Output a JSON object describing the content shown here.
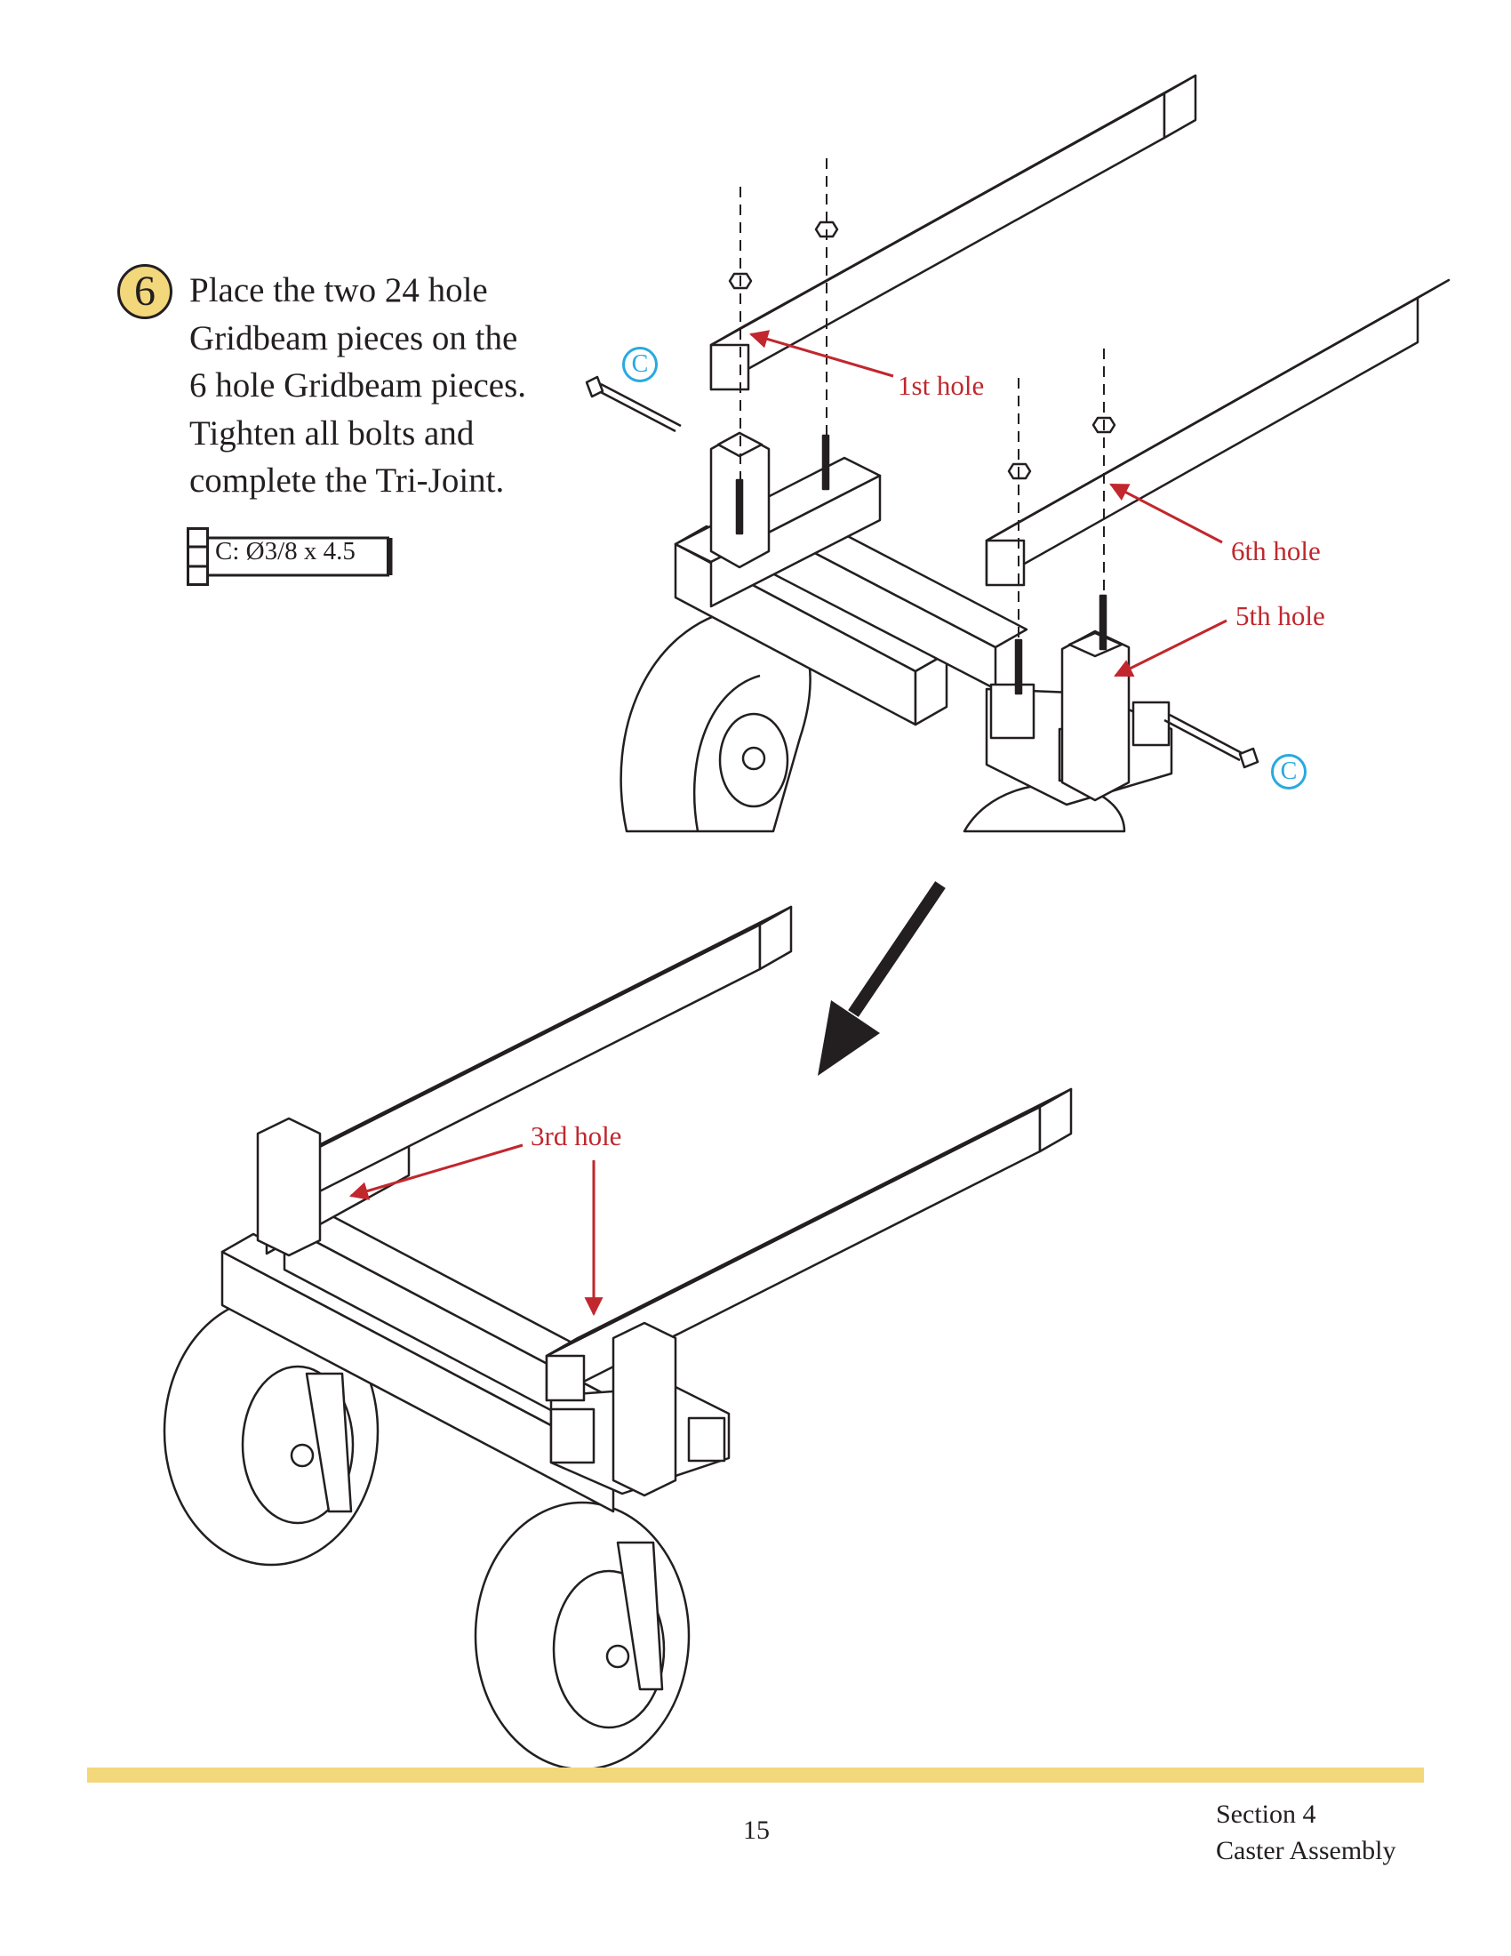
{
  "step": {
    "number": "6",
    "instruction_lines": [
      "Place the two 24 hole",
      "Gridbeam pieces on the",
      "6 hole Gridbeam pieces.",
      "Tighten all bolts and",
      "complete the Tri-Joint."
    ],
    "bolt_spec": "C: Ø3/8 x 4.5"
  },
  "callouts": {
    "first_hole": "1st hole",
    "sixth_hole": "6th hole",
    "fifth_hole": "5th hole",
    "third_hole": "3rd hole"
  },
  "part_markers": {
    "c": "C"
  },
  "colors": {
    "accent_yellow": "#f3d77b",
    "callout_red": "#c1272d",
    "marker_blue": "#29a9e0"
  },
  "footer": {
    "page_number": "15",
    "section_label": "Section 4",
    "section_title": "Caster Assembly"
  }
}
